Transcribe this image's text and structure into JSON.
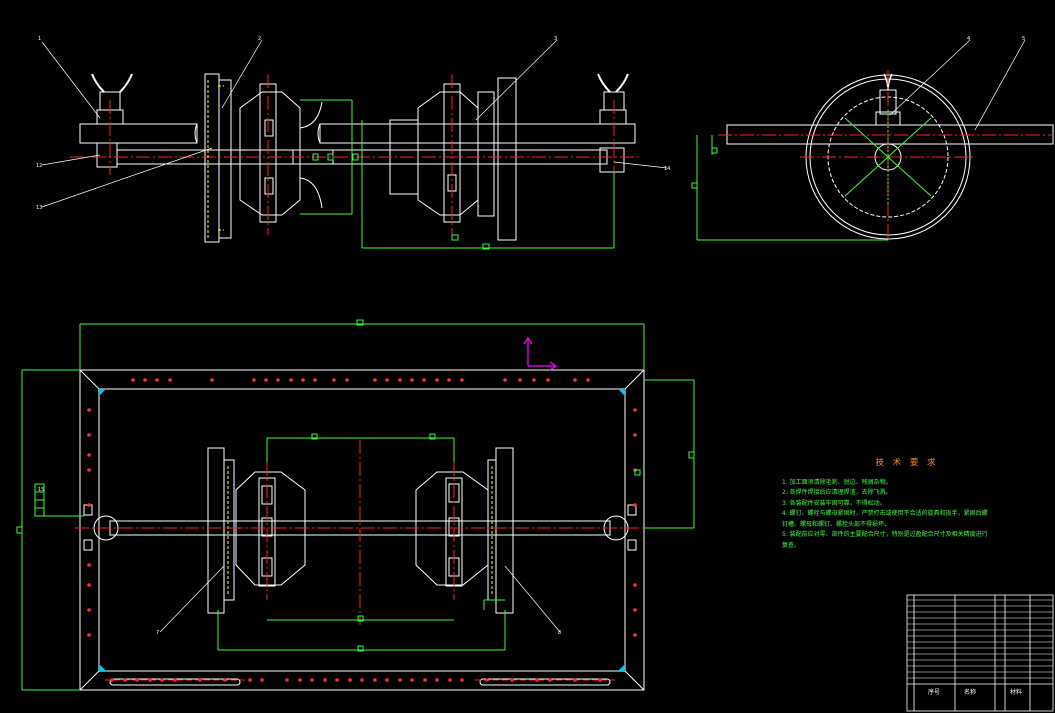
{
  "drawing": {
    "technical_requirements": {
      "title": "技 术 要 求",
      "items": [
        "1. 加工面须清除毛刺、锐边、残屑杂物。",
        "2. 各焊件焊接后应清理焊渣，去除飞溅。",
        "3. 各装配件安装牢固可靠，不得松动。",
        "4. 螺钉、螺栓与螺母紧固时，严禁打击或使用不合适的旋具和扳手，紧固后螺钉槽、螺母和螺钉、螺栓头部不得损坏。",
        "5. 装配前应对零、部件的主要配合尺寸，特别是过盈配合尺寸及相关精度进行复查。"
      ]
    },
    "title_block": {
      "col_seq": "序号",
      "col_name": "名称",
      "col_material": "材料"
    },
    "balloons": [
      "1",
      "2",
      "3",
      "4",
      "5",
      "12",
      "13",
      "14",
      "15",
      "7",
      "8"
    ]
  },
  "colors": {
    "background": "#000000",
    "outline": "#ffffff",
    "centerline": "#ff2020",
    "dimension": "#33ff33",
    "hidden": "#ffff00",
    "hole": "#ff3030",
    "axis_y": "#ff00ff",
    "axis_x": "#ff00ff",
    "note_title": "#ff8c1a",
    "note_text": "#3cff3c"
  }
}
